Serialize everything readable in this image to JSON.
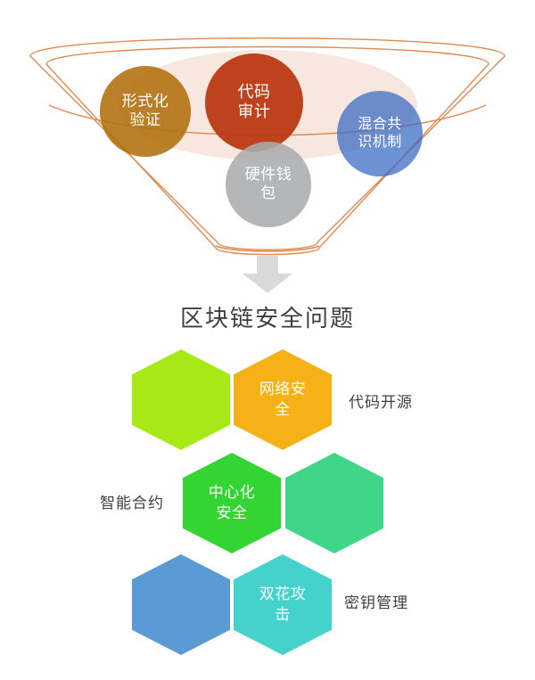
{
  "diagram": {
    "title": "区块链安全问题",
    "funnel": {
      "rim_color": "#e08a52",
      "inner_fill_color": "#f7e4dc",
      "bubbles": [
        {
          "id": "formal-verification",
          "label_lines": [
            "形式化",
            "验证"
          ],
          "color": "#b0700c"
        },
        {
          "id": "code-audit",
          "label_lines": [
            "代码",
            "审计"
          ],
          "color": "#b9350e"
        },
        {
          "id": "hybrid-consensus",
          "label_lines": [
            "混合共",
            "识机制"
          ],
          "color": "#3468c4"
        },
        {
          "id": "hardware-wallet",
          "label_lines": [
            "硬件钱",
            "包"
          ],
          "color": "#aaacae"
        }
      ]
    },
    "arrow": {
      "direction": "down",
      "color": "#d9d9d9"
    },
    "hexagons": [
      {
        "id": "green-yellow",
        "label_lines": [],
        "color": "#a8e817"
      },
      {
        "id": "network-security",
        "label_lines": [
          "网络安",
          "全"
        ],
        "color": "#f6b118"
      },
      {
        "id": "centralization-security",
        "label_lines": [
          "中心化",
          "安全"
        ],
        "color": "#35d435"
      },
      {
        "id": "teal",
        "label_lines": [],
        "color": "#3fd68a"
      },
      {
        "id": "blue",
        "label_lines": [],
        "color": "#5b9bd5"
      },
      {
        "id": "double-spend",
        "label_lines": [
          "双花攻",
          "击"
        ],
        "color": "#45d2cd"
      }
    ],
    "side_labels": [
      {
        "id": "open-source",
        "text": "代码开源"
      },
      {
        "id": "smart-contract",
        "text": "智能合约"
      },
      {
        "id": "key-management",
        "text": "密钥管理"
      }
    ]
  }
}
